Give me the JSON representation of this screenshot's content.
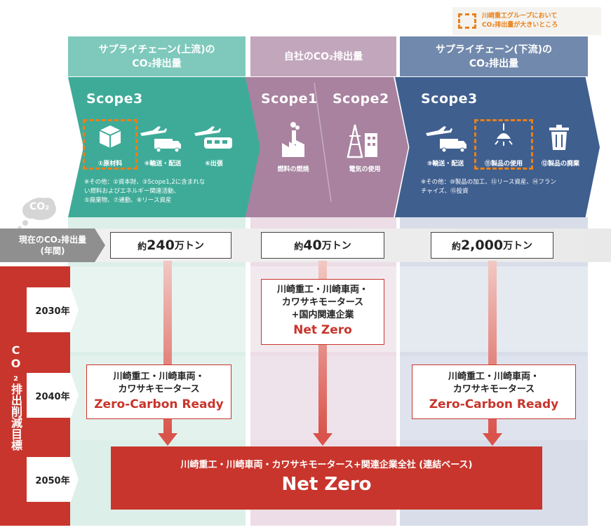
{
  "legend": {
    "text": "川崎重工グループにおいて\nCO₂排出量が大きいところ"
  },
  "columns": {
    "upstream": {
      "header": "サプライチェーン(上流)の\nCO₂排出量",
      "scope": "Scope3",
      "icons": [
        {
          "label": "①原材料",
          "icon": "box-icon"
        },
        {
          "label": "④輸送・配送",
          "icon": "plane-truck-icon"
        },
        {
          "label": "⑥出張",
          "icon": "plane-train-icon"
        }
      ],
      "note": "※その他：②資本財、③Scope1,2に含まれな\nい燃料およびエネルギー関連活動、\n⑤廃棄物、⑦通勤、⑧リース資産"
    },
    "own": {
      "header": "自社のCO₂排出量",
      "scope1": "Scope1",
      "scope2": "Scope2",
      "icons": [
        {
          "label": "燃料の燃焼",
          "icon": "factory-icon"
        },
        {
          "label": "電気の使用",
          "icon": "power-building-icon"
        }
      ]
    },
    "downstream": {
      "header": "サプライチェーン(下流)の\nCO₂排出量",
      "scope": "Scope3",
      "icons": [
        {
          "label": "⑨輸送・配送",
          "icon": "plane-truck-icon"
        },
        {
          "label": "⑪製品の使用",
          "icon": "lamp-icon"
        },
        {
          "label": "⑫製品の廃棄",
          "icon": "trash-icon"
        }
      ],
      "note": "※その他：⑩製品の加工、⑬リース資産、⑭フラン\nチャイズ、⑮投資"
    }
  },
  "co2_cloud": "CO₂",
  "current": {
    "label": "現在のCO₂排出量\n(年間)",
    "values": [
      {
        "prefix": "約",
        "num": "240",
        "unit": "万トン"
      },
      {
        "prefix": "約",
        "num": "40",
        "unit": "万トン"
      },
      {
        "prefix": "約",
        "num": "2,000",
        "unit": "万トン"
      }
    ]
  },
  "targets_label": "CO₂排出削減目標",
  "years": [
    "2030年",
    "2040年",
    "2050年"
  ],
  "target_2030": {
    "sub": "川崎重工・川崎車両・\nカワサキモータース\n+国内関連企業",
    "main": "Net Zero"
  },
  "target_2040": {
    "sub": "川崎重工・川崎車両・\nカワサキモータース",
    "main": "Zero-Carbon Ready"
  },
  "target_2050": {
    "sub": "川崎重工・川崎車両・カワサキモータース+関連企業全社 (連結ベース)",
    "main": "Net Zero"
  },
  "colors": {
    "upstream": "#3eab98",
    "own": "#a8829f",
    "downstream": "#3f5f8f",
    "target_red": "#c8352c",
    "highlight": "#e8801a"
  }
}
